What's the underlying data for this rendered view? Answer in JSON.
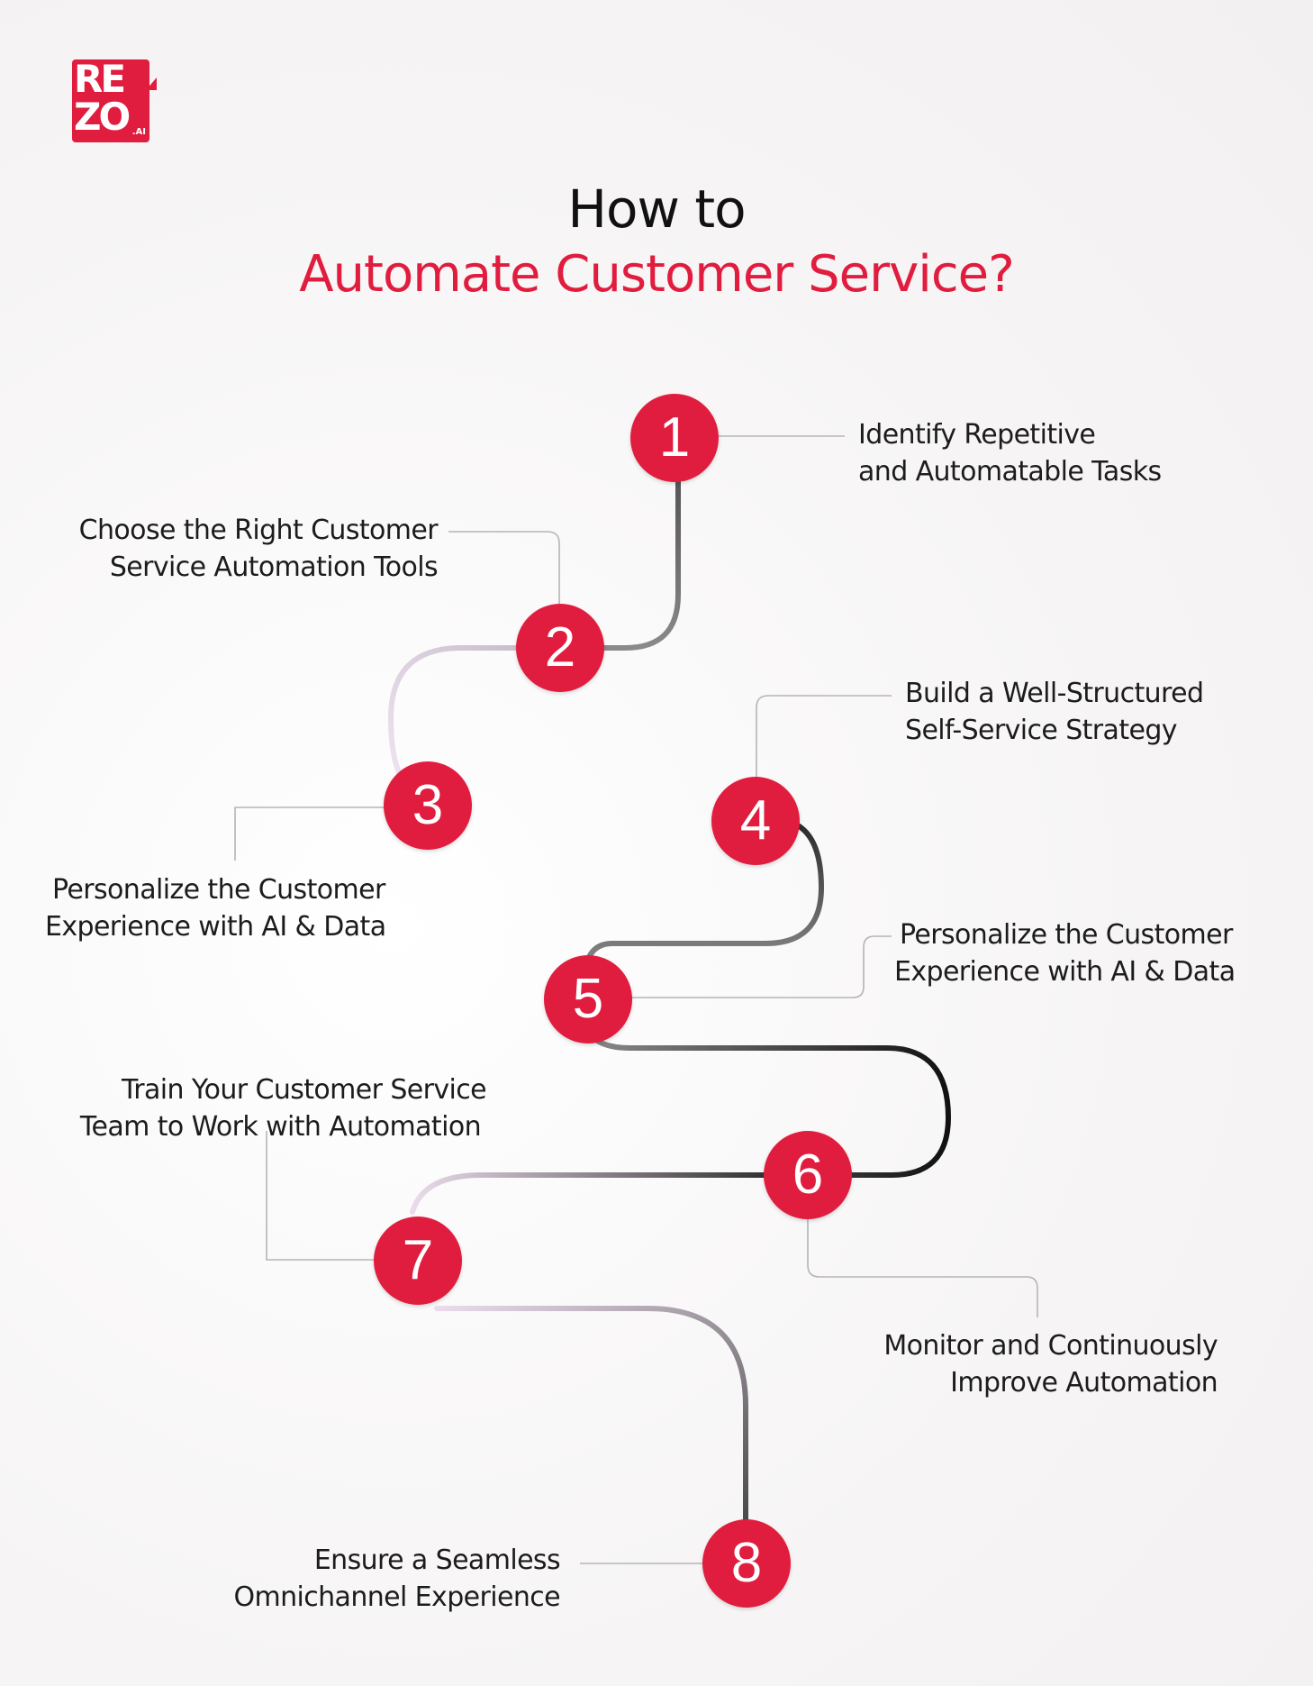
{
  "brand": {
    "logo_line1": "RE",
    "logo_line2": "ZO",
    "logo_suffix": ".AI",
    "color": "#e11d3f"
  },
  "title": {
    "line1": "How to",
    "line2": "Automate Customer Service?"
  },
  "steps": [
    {
      "number": "1",
      "line1": "Identify Repetitive",
      "line2": "and Automatable Tasks"
    },
    {
      "number": "2",
      "line1": "Choose the Right Customer",
      "line2": "Service Automation Tools"
    },
    {
      "number": "3",
      "line1": "Personalize the Customer",
      "line2": "Experience with AI & Data"
    },
    {
      "number": "4",
      "line1": "Build a Well-Structured",
      "line2": "Self-Service Strategy"
    },
    {
      "number": "5",
      "line1": "Personalize the Customer",
      "line2": "Experience with AI & Data"
    },
    {
      "number": "6",
      "line1": "Train Your Customer Service",
      "line2": "Team to Work with Automation"
    },
    {
      "number": "7",
      "line1": "Monitor and Continuously",
      "line2": "Improve Automation"
    },
    {
      "number": "8",
      "line1": "Ensure a Seamless",
      "line2": "Omnichannel Experience"
    }
  ],
  "colors": {
    "accent": "#e11d3f",
    "path_dark": "#1a1a1a",
    "path_light": "#e8d8ec",
    "connector": "#b5b5b5"
  }
}
